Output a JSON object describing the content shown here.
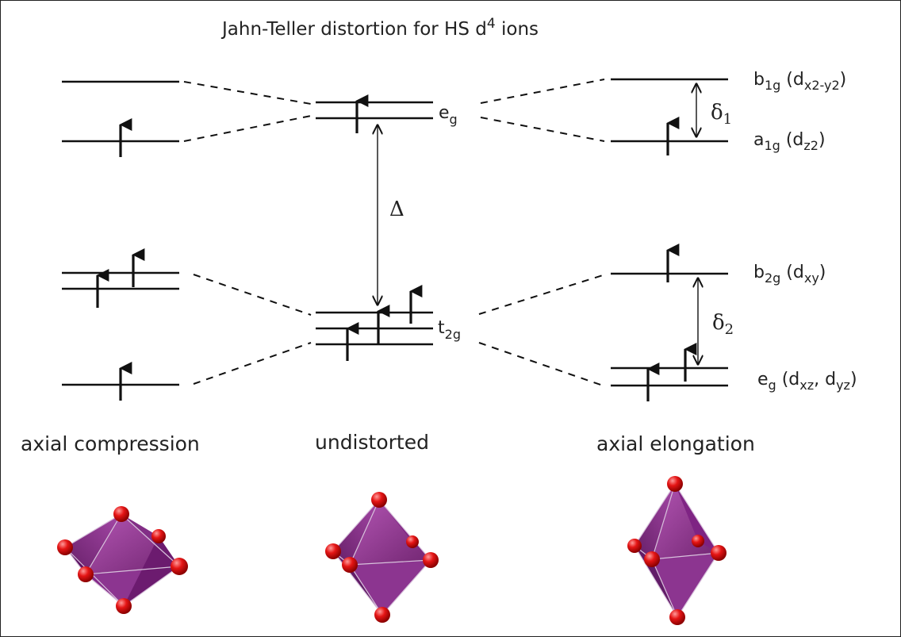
{
  "title": {
    "main": "Jahn-Teller distortion for HS d",
    "sup": "4",
    "tail": " ions"
  },
  "columns": {
    "left": "axial compression",
    "middle": "undistorted",
    "right": "axial elongation"
  },
  "center_labels": {
    "eg": {
      "base": "e",
      "sub": "g"
    },
    "t2g": {
      "base": "t",
      "sub": "2g"
    },
    "delta": "Δ"
  },
  "right_labels": {
    "b1g": {
      "base": "b",
      "sub": "1g",
      "paren_open": " (d",
      "orb_sub": "x2-y2",
      "paren_close": ")"
    },
    "a1g": {
      "base": "a",
      "sub": "1g",
      "paren_open": " (d",
      "orb_sub": "z2",
      "paren_close": ")"
    },
    "b2g": {
      "base": "b",
      "sub": "2g",
      "paren_open": " (d",
      "orb_sub": "xy",
      "paren_close": ")"
    },
    "eg": {
      "base": "e",
      "sub": "g",
      "paren_open": " (d",
      "orb_sub": "xz",
      "mid": ", d",
      "orb_sub2": "yz",
      "paren_close": ")"
    }
  },
  "splittings": {
    "delta1": {
      "base": "δ",
      "sub": "1"
    },
    "delta2": {
      "base": "δ",
      "sub": "2"
    }
  },
  "colors": {
    "line": "#111111",
    "polyhedron": "#8e2a8c",
    "oxygen": "#e01010",
    "text": "#222222"
  }
}
